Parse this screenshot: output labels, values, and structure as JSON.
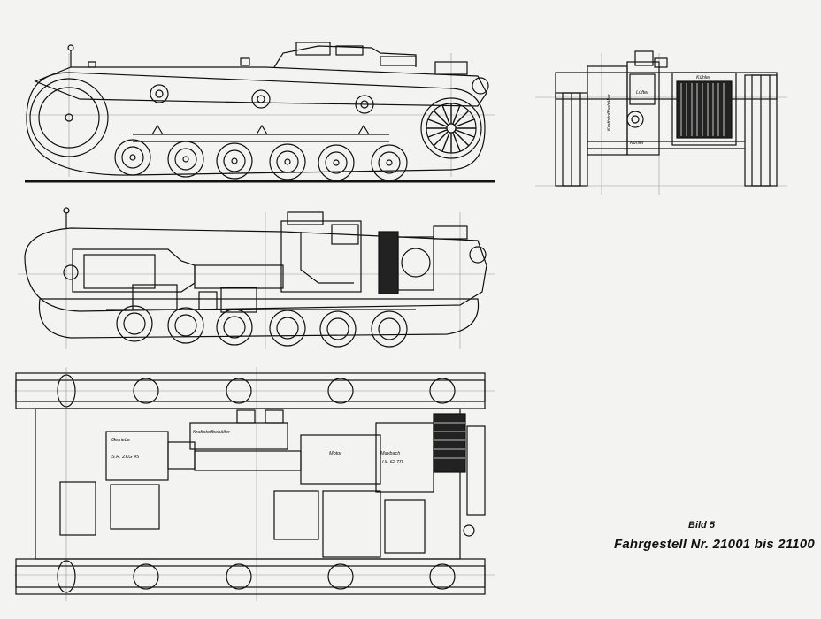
{
  "caption": {
    "figure_number": "Bild 5",
    "title": "Fahrgestell Nr. 21001 bis 21100"
  },
  "component_labels": {
    "getriebe": "Getriebe",
    "getriebe_type": "S.R. ZKG 45",
    "tank": "Kraftstoffbehälter",
    "motor": "Motor",
    "maybach": "Maybach",
    "engine_type": "HL 62 TR",
    "luefter": "Lüfter",
    "kuehler": "Kühler",
    "kraftstoff": "Kraftstoffbehälter",
    "kuehler_front": "Kühler"
  },
  "colors": {
    "paper": "#f3f3f1",
    "ink": "#111111",
    "guide": "#9a9a9a"
  }
}
